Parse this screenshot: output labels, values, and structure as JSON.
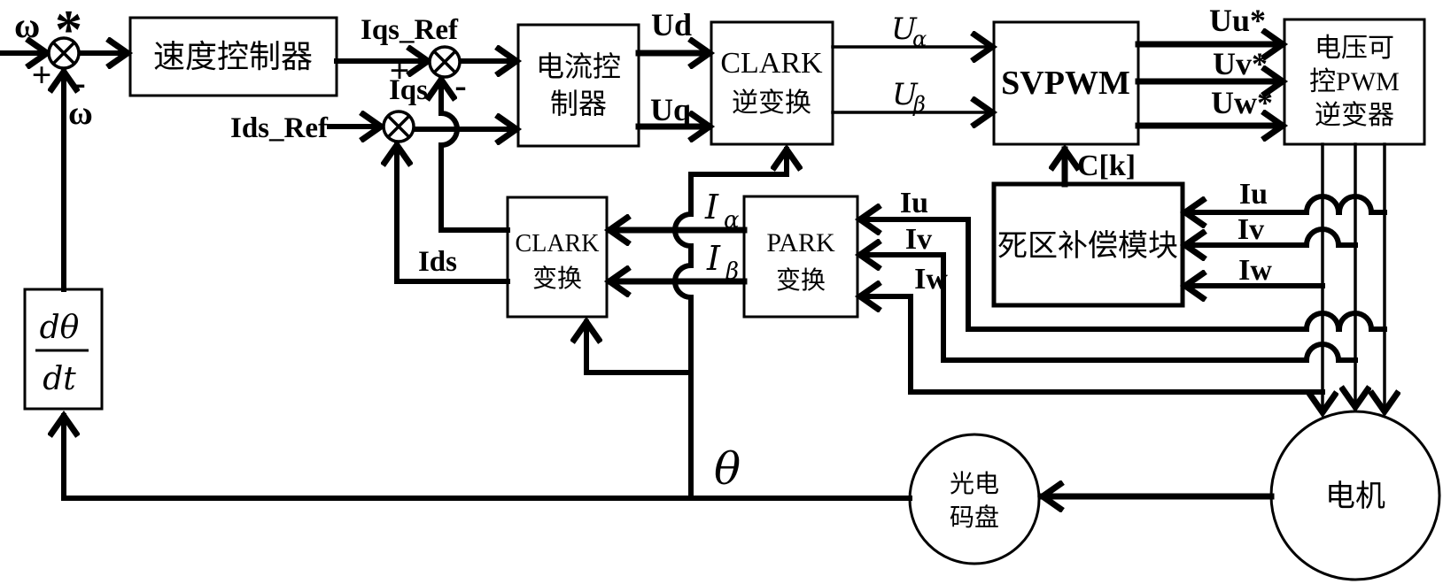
{
  "blocks": {
    "speed_controller": "速度控制器",
    "current_controller_l1": "电流控",
    "current_controller_l2": "制器",
    "clark_inverse_l1": "CLARK",
    "clark_inverse_l2": "逆变换",
    "svpwm": "SVPWM",
    "pwm_inverter_l1": "电压可",
    "pwm_inverter_l2": "控PWM",
    "pwm_inverter_l3": "逆变器",
    "clark_transform_l1": "CLARK",
    "clark_transform_l2": "变换",
    "park_transform_l1": "PARK",
    "park_transform_l2": "变换",
    "deadzone_module": "死区补偿模块",
    "differentiator_num": "dθ",
    "differentiator_den": "dt",
    "encoder_l1": "光电",
    "encoder_l2": "码盘",
    "motor": "电机"
  },
  "signals": {
    "speed_ref": "ω",
    "speed_ref_sup": "*",
    "sum1_plus": "+",
    "sum1_minus": "-",
    "speed_feedback": "ω",
    "iqs_ref": "Iqs_Ref",
    "sum2_plus": "+",
    "sum2_minus": "-",
    "iqs_feedback": "Iqs",
    "ids_ref": "Ids_Ref",
    "ids_feedback": "Ids",
    "ud": "Ud",
    "uq": "Uq",
    "u_alpha": "U",
    "u_alpha_sub": "α",
    "u_beta": "U",
    "u_beta_sub": "β",
    "uu_ref": "Uu*",
    "uv_ref": "Uv*",
    "uw_ref": "Uw*",
    "ck": "C[k]",
    "iu_comp": "Iu",
    "iv_comp": "Iv",
    "iw_comp": "Iw",
    "iu_park": "Iu",
    "iv_park": "Iv",
    "iw_park": "Iw",
    "i_alpha": "I",
    "i_alpha_sub": "α",
    "i_beta": "I",
    "i_beta_sub": "β",
    "theta": "θ"
  },
  "colors": {
    "line": "#000000",
    "background": "#ffffff"
  }
}
